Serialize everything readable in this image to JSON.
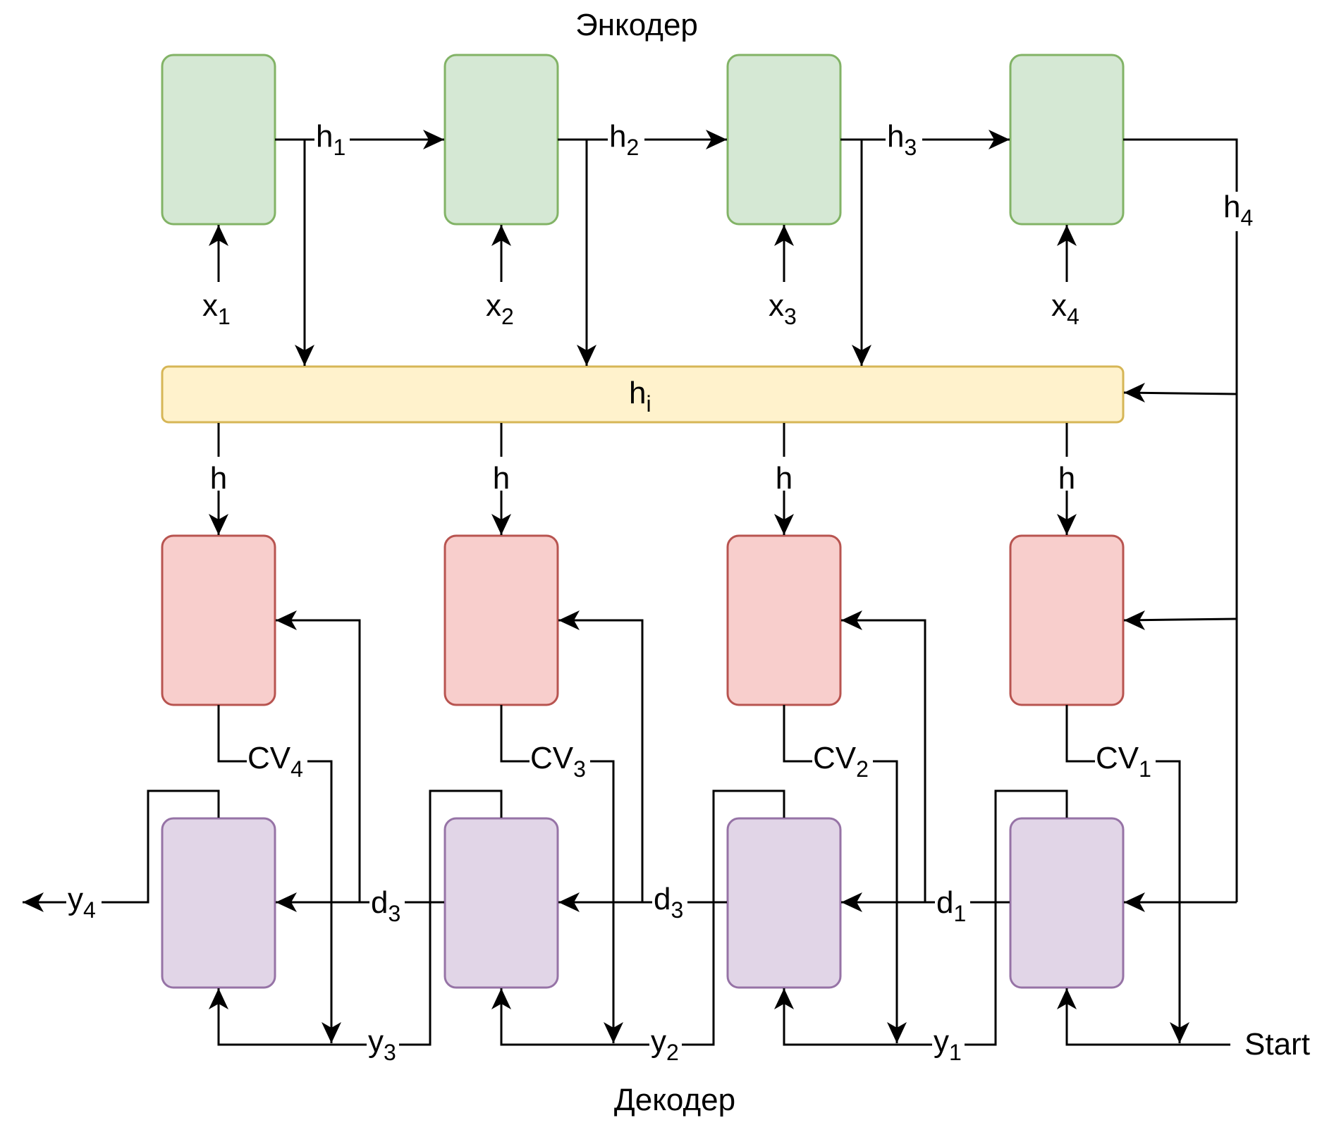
{
  "titles": {
    "encoder": "Энкодер",
    "decoder": "Декодер"
  },
  "colors": {
    "encoder_fill": "#d5e8d4",
    "encoder_stroke": "#82b366",
    "attention_fill": "#fff2cc",
    "attention_stroke": "#d6b656",
    "context_fill": "#f8cecc",
    "context_stroke": "#b85450",
    "decoder_fill": "#e1d5e7",
    "decoder_stroke": "#9673a6"
  },
  "encoder": {
    "hidden": [
      {
        "base": "h",
        "sub": "1"
      },
      {
        "base": "h",
        "sub": "2"
      },
      {
        "base": "h",
        "sub": "3"
      },
      {
        "base": "h",
        "sub": "4"
      }
    ],
    "inputs": [
      {
        "base": "x",
        "sub": "1"
      },
      {
        "base": "x",
        "sub": "2"
      },
      {
        "base": "x",
        "sub": "3"
      },
      {
        "base": "x",
        "sub": "4"
      }
    ]
  },
  "attention": {
    "base": "h",
    "sub": "i",
    "outputs": [
      "h",
      "h",
      "h",
      "h"
    ]
  },
  "context_vectors": [
    {
      "base": "CV",
      "sub": "4"
    },
    {
      "base": "CV",
      "sub": "3"
    },
    {
      "base": "CV",
      "sub": "2"
    },
    {
      "base": "CV",
      "sub": "1"
    }
  ],
  "decoder": {
    "states": [
      {
        "base": "d",
        "sub": "3"
      },
      {
        "base": "d",
        "sub": "3"
      },
      {
        "base": "d",
        "sub": "1"
      }
    ],
    "outputs": [
      {
        "base": "y",
        "sub": "3"
      },
      {
        "base": "y",
        "sub": "2"
      },
      {
        "base": "y",
        "sub": "1"
      }
    ],
    "final_output": {
      "base": "y",
      "sub": "4"
    },
    "start": "Start"
  }
}
